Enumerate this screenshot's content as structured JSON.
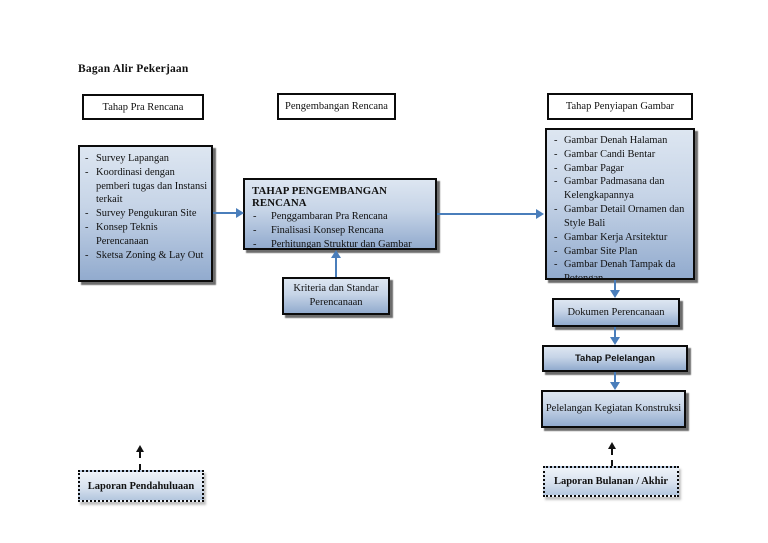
{
  "page": {
    "title": "Bagan Alir Pekerjaan"
  },
  "colors": {
    "accent_blue": "#4a7ebb",
    "box_border": "#0b0b0b",
    "grad_top": "#dde6f1",
    "grad_mid": "#c6d4e7",
    "grad_bottom": "#92abce",
    "grad_top_light": "#eef3f9",
    "grad_mid_light": "#d8e2ef",
    "grad_bottom_light": "#b3c6de",
    "shadow": "rgba(60,60,60,0.75)"
  },
  "headers": [
    {
      "label": "Tahap Pra Rencana"
    },
    {
      "label": "Pengembangan Rencana"
    },
    {
      "label": "Tahap Penyiapan Gambar"
    }
  ],
  "pra_rencana_box": {
    "items": [
      "Survey Lapangan",
      "Koordinasi dengan pemberi tugas dan Instansi terkait",
      "Survey Pengukuran Site",
      "Konsep Teknis Perencanaan",
      "Sketsa Zoning & Lay Out"
    ]
  },
  "pengembangan_box": {
    "title": "TAHAP PENGEMBANGAN RENCANA",
    "items": [
      "Penggambaran Pra Rencana",
      "Finalisasi Konsep Rencana",
      "Perhitungan Struktur dan Gambar"
    ]
  },
  "kriteria_box": {
    "label": "Kriteria dan Standar Perencanaan"
  },
  "penyiapan_box": {
    "items": [
      "Gambar Denah Halaman",
      "Gambar Candi Bentar",
      "Gambar Pagar",
      "Gambar Padmasana dan Kelengkapannya",
      "Gambar Detail Ornamen dan Style Bali",
      "Gambar Kerja Arsitektur",
      "Gambar Site Plan",
      "Gambar Denah Tampak da Potongan"
    ]
  },
  "dokumen_box": {
    "label": "Dokumen Perencanaan"
  },
  "tahap_pelelangan_box": {
    "label": "Tahap Pelelangan"
  },
  "pelelangan_box": {
    "label": "Pelelangan Kegiatan Konstruksi"
  },
  "laporan_pendahuluan_box": {
    "label": "Laporan Pendahuluaan"
  },
  "laporan_bulanan_box": {
    "label": "Laporan Bulanan / Akhir"
  }
}
